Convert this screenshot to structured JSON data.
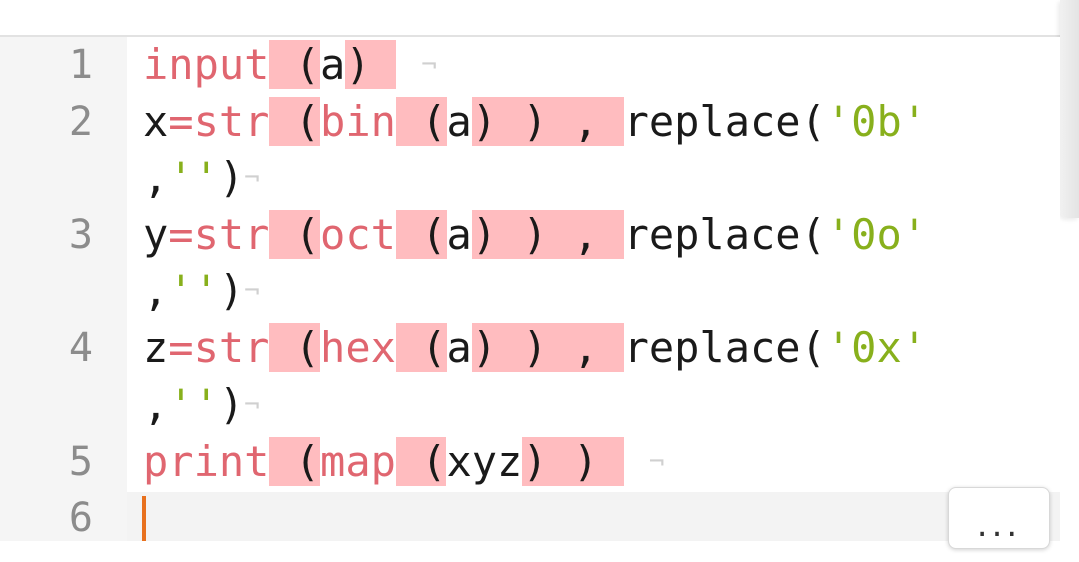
{
  "line_numbers": [
    "1",
    "2",
    "3",
    "4",
    "5",
    "6"
  ],
  "eol_marker": "¬",
  "more_button": "...",
  "code": {
    "line1": {
      "kw": "input",
      "open": "(",
      "arg": "a",
      "close": ")"
    },
    "line2": {
      "var": "x",
      "eq": "=",
      "fn": "str",
      "open1": "(",
      "fn2": "bin",
      "open2": "(",
      "arg": "a",
      "close2": ")",
      "close1": ")",
      "comma": ",",
      "method": "replace(",
      "str1": "'0b'",
      "wrap_comma": ",",
      "str2": "''",
      "end": ")"
    },
    "line3": {
      "var": "y",
      "eq": "=",
      "fn": "str",
      "open1": "(",
      "fn2": "oct",
      "open2": "(",
      "arg": "a",
      "close2": ")",
      "close1": ")",
      "comma": ",",
      "method": "replace(",
      "str1": "'0o'",
      "wrap_comma": ",",
      "str2": "''",
      "end": ")"
    },
    "line4": {
      "var": "z",
      "eq": "=",
      "fn": "str",
      "open1": "(",
      "fn2": "hex",
      "open2": "(",
      "arg": "a",
      "close2": ")",
      "close1": ")",
      "comma": ",",
      "method": "replace(",
      "str1": "'0x'",
      "wrap_comma": ",",
      "str2": "''",
      "end": ")"
    },
    "line5": {
      "kw": "print",
      "open1": "(",
      "fn2": "map",
      "open2": "(",
      "arg": "xyz",
      "close2": ")",
      "close1": ")"
    }
  }
}
